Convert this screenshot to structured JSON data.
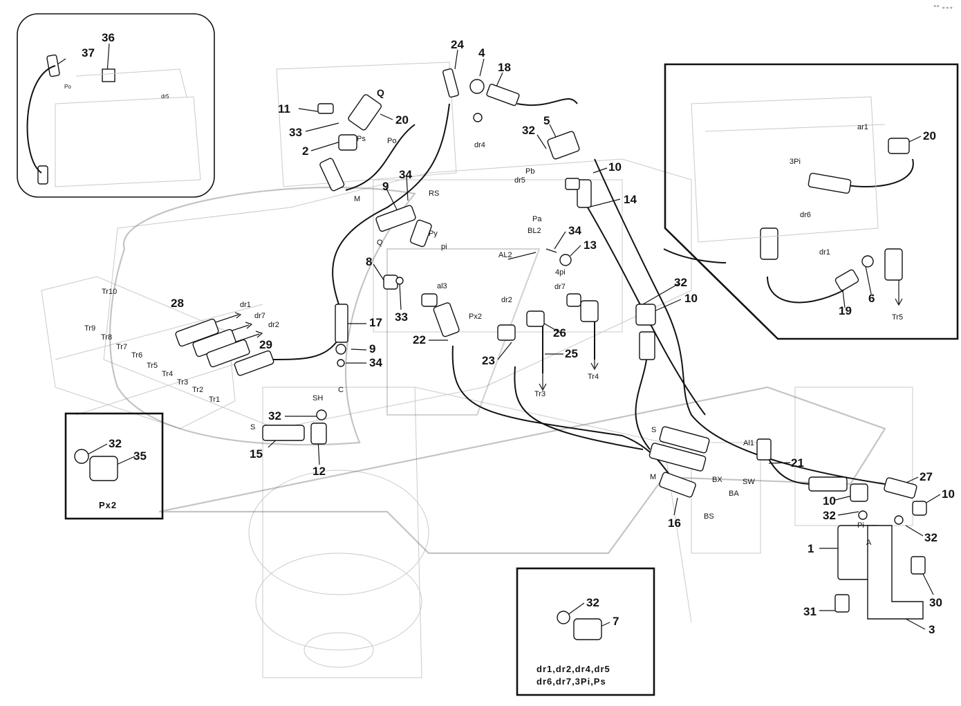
{
  "callouts": [
    {
      "id": "c37",
      "text": "37"
    },
    {
      "id": "c36",
      "text": "36"
    },
    {
      "id": "c24",
      "text": "24"
    },
    {
      "id": "c4",
      "text": "4"
    },
    {
      "id": "c18",
      "text": "18"
    },
    {
      "id": "c11",
      "text": "11"
    },
    {
      "id": "c20a",
      "text": "20"
    },
    {
      "id": "c33a",
      "text": "33"
    },
    {
      "id": "c2",
      "text": "2"
    },
    {
      "id": "c32a",
      "text": "32"
    },
    {
      "id": "c5",
      "text": "5"
    },
    {
      "id": "c10a",
      "text": "10"
    },
    {
      "id": "c14",
      "text": "14"
    },
    {
      "id": "c34a",
      "text": "34"
    },
    {
      "id": "c9a",
      "text": "9"
    },
    {
      "id": "c34b",
      "text": "34"
    },
    {
      "id": "c13",
      "text": "13"
    },
    {
      "id": "c8",
      "text": "8"
    },
    {
      "id": "c33b",
      "text": "33"
    },
    {
      "id": "c32b",
      "text": "32"
    },
    {
      "id": "c10b",
      "text": "10"
    },
    {
      "id": "c28",
      "text": "28"
    },
    {
      "id": "c29",
      "text": "29"
    },
    {
      "id": "c17",
      "text": "17"
    },
    {
      "id": "c9b",
      "text": "9"
    },
    {
      "id": "c34c",
      "text": "34"
    },
    {
      "id": "c22",
      "text": "22"
    },
    {
      "id": "c26",
      "text": "26"
    },
    {
      "id": "c23",
      "text": "23"
    },
    {
      "id": "c25",
      "text": "25"
    },
    {
      "id": "c32c",
      "text": "32"
    },
    {
      "id": "c15",
      "text": "15"
    },
    {
      "id": "c12",
      "text": "12"
    },
    {
      "id": "c32d",
      "text": "32"
    },
    {
      "id": "c35",
      "text": "35"
    },
    {
      "id": "c20b",
      "text": "20"
    },
    {
      "id": "c19",
      "text": "19"
    },
    {
      "id": "c6",
      "text": "6"
    },
    {
      "id": "c21",
      "text": "21"
    },
    {
      "id": "c27",
      "text": "27"
    },
    {
      "id": "c10c",
      "text": "10"
    },
    {
      "id": "c10d",
      "text": "10"
    },
    {
      "id": "c32e",
      "text": "32"
    },
    {
      "id": "c32f",
      "text": "32"
    },
    {
      "id": "c16",
      "text": "16"
    },
    {
      "id": "c1",
      "text": "1"
    },
    {
      "id": "c30",
      "text": "30"
    },
    {
      "id": "c31",
      "text": "31"
    },
    {
      "id": "c3",
      "text": "3"
    },
    {
      "id": "c32g",
      "text": "32"
    },
    {
      "id": "c7",
      "text": "7"
    }
  ],
  "port_labels": [
    {
      "id": "p-q1",
      "text": "Q"
    },
    {
      "id": "p-ps",
      "text": "Ps"
    },
    {
      "id": "p-po",
      "text": "Po"
    },
    {
      "id": "p-dr4",
      "text": "dr4"
    },
    {
      "id": "p-pb",
      "text": "Pb"
    },
    {
      "id": "p-dr5",
      "text": "dr5"
    },
    {
      "id": "p-m1",
      "text": "M"
    },
    {
      "id": "p-rs",
      "text": "RS"
    },
    {
      "id": "p-pa",
      "text": "Pa"
    },
    {
      "id": "p-bl2",
      "text": "BL2"
    },
    {
      "id": "p-q2",
      "text": "Q"
    },
    {
      "id": "p-py",
      "text": "Py"
    },
    {
      "id": "p-pi",
      "text": "pi"
    },
    {
      "id": "p-al2",
      "text": "AL2"
    },
    {
      "id": "p-4pi",
      "text": "4pi"
    },
    {
      "id": "p-al3",
      "text": "al3"
    },
    {
      "id": "p-dr7a",
      "text": "dr7"
    },
    {
      "id": "p-dr2a",
      "text": "dr2"
    },
    {
      "id": "p-px2a",
      "text": "Px2"
    },
    {
      "id": "p-tr4",
      "text": "Tr4"
    },
    {
      "id": "p-tr3",
      "text": "Tr3"
    },
    {
      "id": "p-tr10",
      "text": "Tr10"
    },
    {
      "id": "p-tr9",
      "text": "Tr9"
    },
    {
      "id": "p-tr8",
      "text": "Tr8"
    },
    {
      "id": "p-tr7",
      "text": "Tr7"
    },
    {
      "id": "p-tr6",
      "text": "Tr6"
    },
    {
      "id": "p-tr5a",
      "text": "Tr5"
    },
    {
      "id": "p-tr4b",
      "text": "Tr4"
    },
    {
      "id": "p-tr3b",
      "text": "Tr3"
    },
    {
      "id": "p-tr2",
      "text": "Tr2"
    },
    {
      "id": "p-tr1",
      "text": "Tr1"
    },
    {
      "id": "p-dr1a",
      "text": "dr1"
    },
    {
      "id": "p-dr7b",
      "text": "dr7"
    },
    {
      "id": "p-dr2b",
      "text": "dr2"
    },
    {
      "id": "p-c",
      "text": "C"
    },
    {
      "id": "p-sh",
      "text": "SH"
    },
    {
      "id": "p-s1",
      "text": "S"
    },
    {
      "id": "p-s2",
      "text": "S"
    },
    {
      "id": "p-al1",
      "text": "Al1"
    },
    {
      "id": "p-m2",
      "text": "M"
    },
    {
      "id": "p-bx",
      "text": "BX"
    },
    {
      "id": "p-sw",
      "text": "SW"
    },
    {
      "id": "p-ba",
      "text": "BA"
    },
    {
      "id": "p-bs",
      "text": "BS"
    },
    {
      "id": "p-pi2",
      "text": "Pi"
    },
    {
      "id": "p-a",
      "text": "A"
    },
    {
      "id": "p-ar1",
      "text": "ar1"
    },
    {
      "id": "p-3pi",
      "text": "3Pi"
    },
    {
      "id": "p-dr6",
      "text": "dr6"
    },
    {
      "id": "p-dr1b",
      "text": "dr1"
    },
    {
      "id": "p-tr5b",
      "text": "Tr5"
    },
    {
      "id": "p-po2",
      "text": "Po"
    },
    {
      "id": "p-dr5b",
      "text": "dr5"
    }
  ],
  "inset_px2": {
    "caption": "Px2"
  },
  "inset_plugs": {
    "line1": "dr1,dr2,dr4,dr5",
    "line2": "dr6,dr7,3Pi,Ps"
  },
  "corner_mark": "°° ∘∘∘",
  "colors": {
    "ink": "#111111",
    "faint": "#c9c9c9",
    "background": "#ffffff"
  }
}
